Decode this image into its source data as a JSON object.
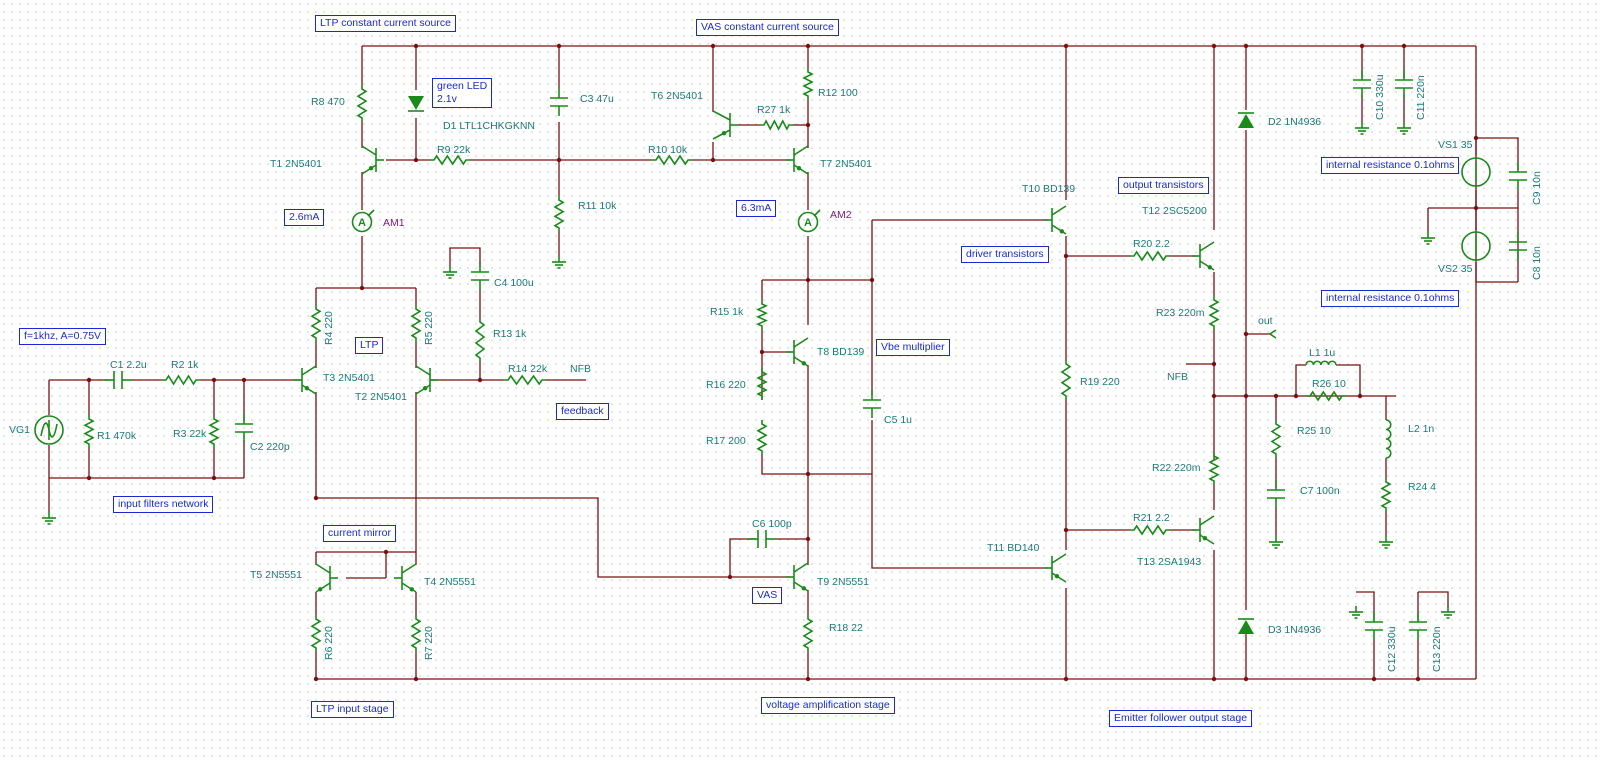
{
  "notes": {
    "ltp_ccs": "LTP constant current source",
    "vas_ccs": "VAS constant current source",
    "green_led": "green LED\n2.1v",
    "i_am1": "2.6mA",
    "i_am2": "6.3mA",
    "signal": "f=1khz, A=0.75V",
    "ltp": "LTP",
    "feedback": "feedback",
    "input_filters": "input filters network",
    "current_mirror": "current mirror",
    "ltp_input_stage": "LTP input stage",
    "vas": "VAS",
    "voltage_amp_stage": "voltage amplification stage",
    "vbe_multiplier": "Vbe multiplier",
    "driver_transistors": "driver transistors",
    "output_transistors": "output transistors",
    "internal_resistance_1": "internal resistance 0.1ohms",
    "internal_resistance_2": "internal resistance 0.1ohms",
    "emitter_follower": "Emitter follower output stage"
  },
  "components": {
    "R8": "R8 470",
    "D1": "D1 LTL1CHKGKNN",
    "C3": "C3 47u",
    "T6": "T6 2N5401",
    "R27": "R27 1k",
    "R12": "R12 100",
    "T1": "T1 2N5401",
    "R9": "R9 22k",
    "R10": "R10 10k",
    "T7": "T7 2N5401",
    "R11": "R11 10k",
    "AM1": "AM1",
    "AM2": "AM2",
    "C4": "C4 100u",
    "R4": "R4 220",
    "R5": "R5 220",
    "R13": "R13 1k",
    "C1": "C1 2.2u",
    "R2": "R2 1k",
    "T3": "T3 2N5401",
    "T2": "T2 2N5401",
    "R14": "R14 22k",
    "NFB1": "NFB",
    "VG1": "VG1",
    "R1": "R1 470k",
    "R3": "R3 22k",
    "C2": "C2 220p",
    "R15": "R15 1k",
    "T8": "T8 BD139",
    "R16": "R16 220",
    "R17": "R17 200",
    "C5": "C5 1u",
    "T10": "T10 BD139",
    "R20": "R20 2.2",
    "T12": "T12 2SC5200",
    "D2": "D2 1N4936",
    "R23": "R23 220m",
    "out": "out",
    "NFB2": "NFB",
    "R19": "R19 220",
    "L1": "L1 1u",
    "R26": "R26 10",
    "R25": "R25 10",
    "L2": "L2 1n",
    "C7": "C7 100n",
    "R24": "R24 4",
    "R22": "R22 220m",
    "R21": "R21 2.2",
    "T13": "T13 2SA1943",
    "T11": "T11 BD140",
    "C6": "C6 100p",
    "T9": "T9 2N5551",
    "R18": "R18 22",
    "T5": "T5 2N5551",
    "T4": "T4 2N5551",
    "R6": "R6 220",
    "R7": "R7 220",
    "D3": "D3 1N4936",
    "C10": "C10 330u",
    "C11": "C11 220n",
    "VS1": "VS1 35",
    "C9": "C9 10n",
    "VS2": "VS2 35",
    "C8": "C8 10n",
    "C12": "C12 330u",
    "C13": "C13 220n"
  },
  "colors": {
    "wire": "#7a1010",
    "component": "#1a8a1a",
    "label": "#1a7a7a",
    "meter_label": "#7a1a7a",
    "note": "#1a2ad0"
  }
}
